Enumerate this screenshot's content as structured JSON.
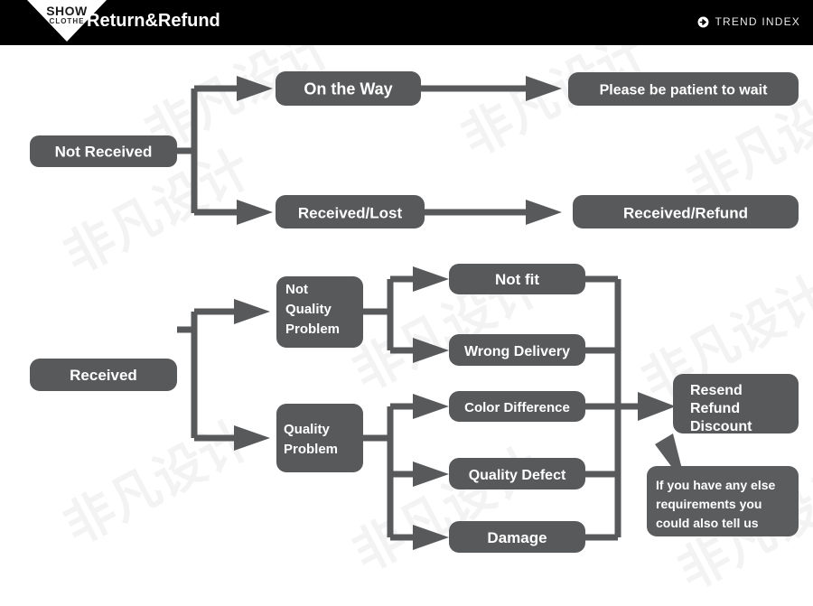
{
  "header": {
    "logo_primary": "SHOW",
    "logo_secondary": "CLOTHE",
    "title": "Return&Refund",
    "brand": "TREND INDEX",
    "brand_icon": "circle-arrow-right-icon",
    "bg_color": "#000000",
    "text_color": "#ffffff"
  },
  "theme": {
    "node_fill": "#58595b",
    "node_text": "#ffffff",
    "connector": "#58595b",
    "page_bg": "#ffffff"
  },
  "watermark": {
    "text": "非凡设计"
  },
  "chart_data": {
    "type": "diagram",
    "title": "Return&Refund",
    "sections": [
      {
        "id": "not-received",
        "root": "Not Received",
        "branches": [
          {
            "stage": "On the Way",
            "outcome": "Please be patient to wait"
          },
          {
            "stage": "Received/Lost",
            "outcome": "Received/Refund"
          }
        ]
      },
      {
        "id": "received",
        "root": "Received",
        "branches": [
          {
            "stage": "Not Quality Problem",
            "reasons": [
              "Not fit",
              "Wrong Delivery"
            ]
          },
          {
            "stage": "Quality Problem",
            "reasons": [
              "Color Difference",
              "Quality Defect",
              "Damage"
            ]
          }
        ],
        "resolution": "Resend\nRefund\nDiscount",
        "note": "If you have any else requirements you could also tell us"
      }
    ]
  },
  "nodes": {
    "not_received": "Not Received",
    "on_the_way": "On the Way",
    "please_wait": "Please be patient to wait",
    "received_lost": "Received/Lost",
    "received_refund": "Received/Refund",
    "received": "Received",
    "not_quality_problem_l1": "Not",
    "not_quality_problem_l2": "Quality",
    "not_quality_problem_l3": "Problem",
    "quality_problem_l1": "Quality",
    "quality_problem_l2": "Problem",
    "not_fit": "Not fit",
    "wrong_delivery": "Wrong Delivery",
    "color_difference": "Color Difference",
    "quality_defect": "Quality Defect",
    "damage": "Damage",
    "resolution_l1": "Resend",
    "resolution_l2": "Refund",
    "resolution_l3": "Discount",
    "note_l1": "If you have any else",
    "note_l2": "requirements you",
    "note_l3": "could also tell us"
  }
}
